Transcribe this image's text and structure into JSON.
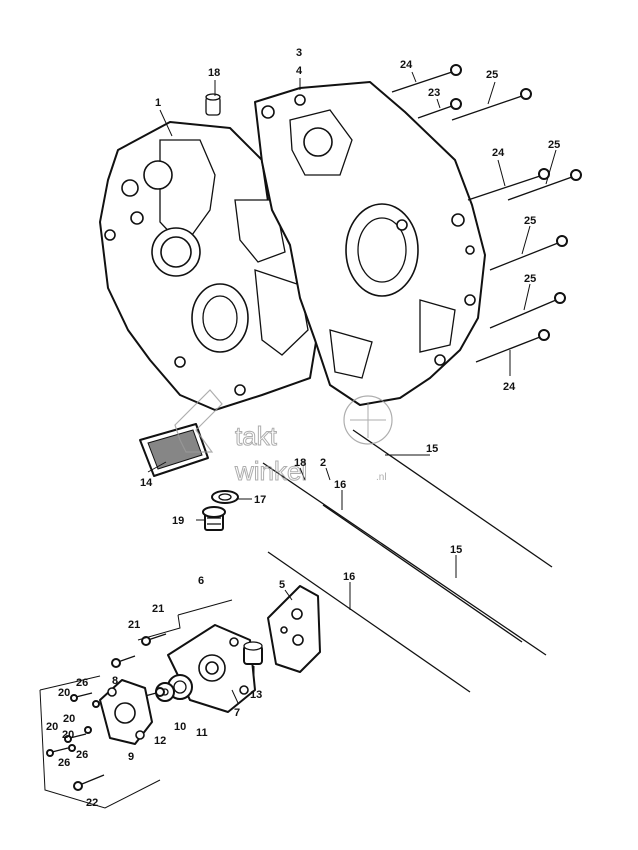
{
  "labels": {
    "l1": "1",
    "l2": "2",
    "l3": "3",
    "l4": "4",
    "l5": "5",
    "l6": "6",
    "l7": "7",
    "l8": "8",
    "l9": "9",
    "l10": "10",
    "l11": "11",
    "l12": "12",
    "l13": "13",
    "l14": "14",
    "l15a": "15",
    "l15b": "15",
    "l16a": "16",
    "l16b": "16",
    "l17": "17",
    "l18a": "18",
    "l18b": "18",
    "l19": "19",
    "l20a": "20",
    "l20b": "20",
    "l20c": "20",
    "l20d": "20",
    "l21a": "21",
    "l21b": "21",
    "l22": "22",
    "l23": "23",
    "l24a": "24",
    "l24b": "24",
    "l24c": "24",
    "l25a": "25",
    "l25b": "25",
    "l25c": "25",
    "l25d": "25",
    "l26a": "26",
    "l26b": "26",
    "l26c": "26"
  },
  "watermark": {
    "line1": "takt",
    "line2": "winkel",
    "suffix": ".nl"
  },
  "colors": {
    "ink": "#111111",
    "paper": "#ffffff",
    "watermark": "#9a9a9a"
  }
}
